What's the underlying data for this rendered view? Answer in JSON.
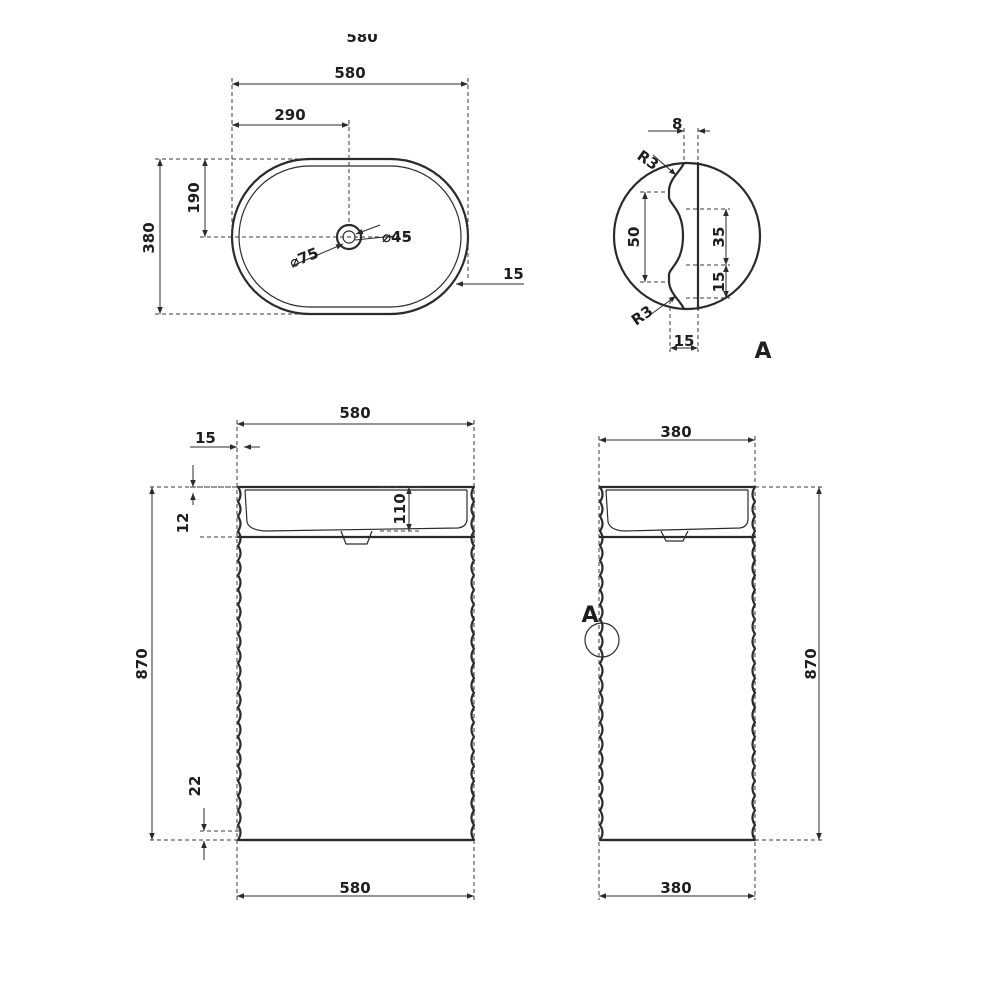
{
  "top_view": {
    "length": "580",
    "half_length": "290",
    "width": "380",
    "drain_offset": "190",
    "drain_outer": "⌀75",
    "drain_inner": "⌀45",
    "rim": "15",
    "clipped_top_label": "580"
  },
  "detail_a": {
    "label": "A",
    "top_thickness": "8",
    "radius_top": "R3",
    "radius_bottom": "R3",
    "groove_height": "50",
    "groove_pitch": "35",
    "groove_depth": "15",
    "wall_thickness": "15"
  },
  "front_view": {
    "width_top": "580",
    "wall": "15",
    "basin_depth": "110",
    "rim_height": "12",
    "height": "870",
    "base_height": "22",
    "width_bottom": "580"
  },
  "side_view": {
    "width_top": "380",
    "detail_marker": "A",
    "height": "870",
    "width_bottom": "380"
  }
}
